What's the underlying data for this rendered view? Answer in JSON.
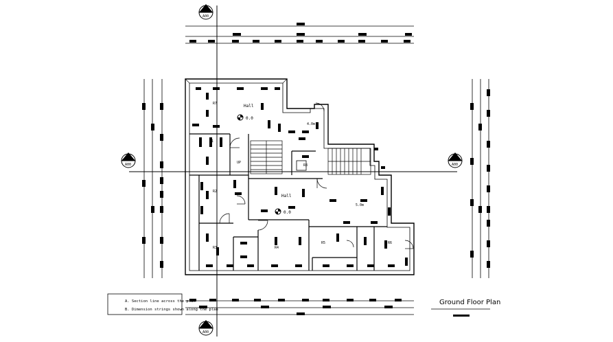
{
  "drawing": {
    "title": "Ground Floor Plan",
    "notes": [
      "A. Section line across the plan",
      "B. Dimension strings shown along the plan"
    ],
    "section_marker_letter": "A",
    "section_marker_code": "A00"
  },
  "rooms": {
    "upper_hall_label": "Hall",
    "upper_level_mark": "0.0",
    "upper_dim_label": "4.0m",
    "lower_hall_label": "Hall",
    "lower_level_mark": "0.0",
    "lower_dim_label": "5.0m",
    "left_room_1": "R1",
    "left_room_2": "R2",
    "left_room_3": "R3",
    "bottom_room_1": "R4",
    "bottom_room_2": "R5",
    "bottom_room_3": "R6",
    "top_room": "R7",
    "corner_room": "R8",
    "stair_label": "UP"
  }
}
